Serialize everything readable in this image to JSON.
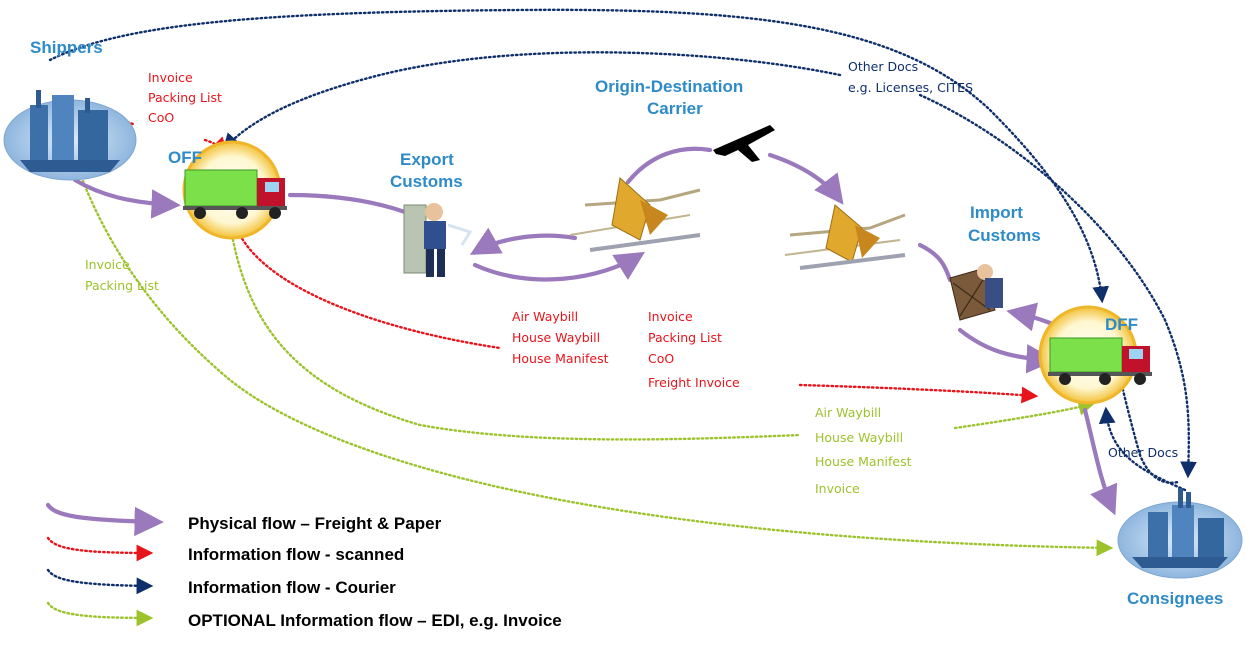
{
  "nodes": {
    "shippers": "Shippers",
    "off": "OFF",
    "export_customs": [
      "Export",
      "Customs"
    ],
    "carrier": [
      "Origin-Destination",
      "Carrier"
    ],
    "import_customs": [
      "Import",
      "Customs"
    ],
    "dff": "DFF",
    "consignees": "Consignees"
  },
  "documents": {
    "shipper_docs": [
      "Invoice",
      "Packing List",
      "CoO"
    ],
    "shipper_optional": [
      "Invoice",
      "Packing List"
    ],
    "other_docs_top": [
      "Other Docs",
      "e.g. Licenses, CITES"
    ],
    "carrier_docs": [
      "Air Waybill",
      "House Waybill",
      "House Manifest"
    ],
    "invoice_docs": [
      "Invoice",
      "Packing List",
      "CoO",
      "Freight Invoice"
    ],
    "edi_docs": [
      "Air Waybill",
      "House Waybill",
      "House Manifest",
      "Invoice"
    ],
    "other_docs_bottom": "Other Docs"
  },
  "legend": [
    {
      "label": "Physical flow – Freight & Paper",
      "color": "#9A79BC",
      "style": "solid"
    },
    {
      "label": "Information flow - scanned",
      "color": "#E8141B",
      "style": "dotted"
    },
    {
      "label": "Information flow - Courier",
      "color": "#0F2F6B",
      "style": "dotted"
    },
    {
      "label": "OPTIONAL Information flow – EDI, e.g. Invoice",
      "color": "#9CC22C",
      "style": "dotted"
    }
  ],
  "colors": {
    "title": "#2E8BC8",
    "physical": "#9A79BC",
    "scanned": "#E8141B",
    "courier": "#0F2F6B",
    "edi": "#9CC22C"
  }
}
